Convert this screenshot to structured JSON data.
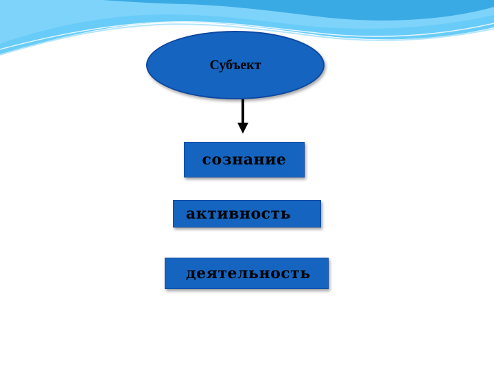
{
  "diagram": {
    "subject": "Субъект",
    "boxes": [
      "сознание",
      "активность",
      "деятельность"
    ]
  },
  "colors": {
    "shape_fill": "#1565c0",
    "shape_border": "#0d47a1",
    "wave_light": "#b3e5fc",
    "wave_mid": "#4fc3f7",
    "wave_dark": "#0288d1"
  }
}
